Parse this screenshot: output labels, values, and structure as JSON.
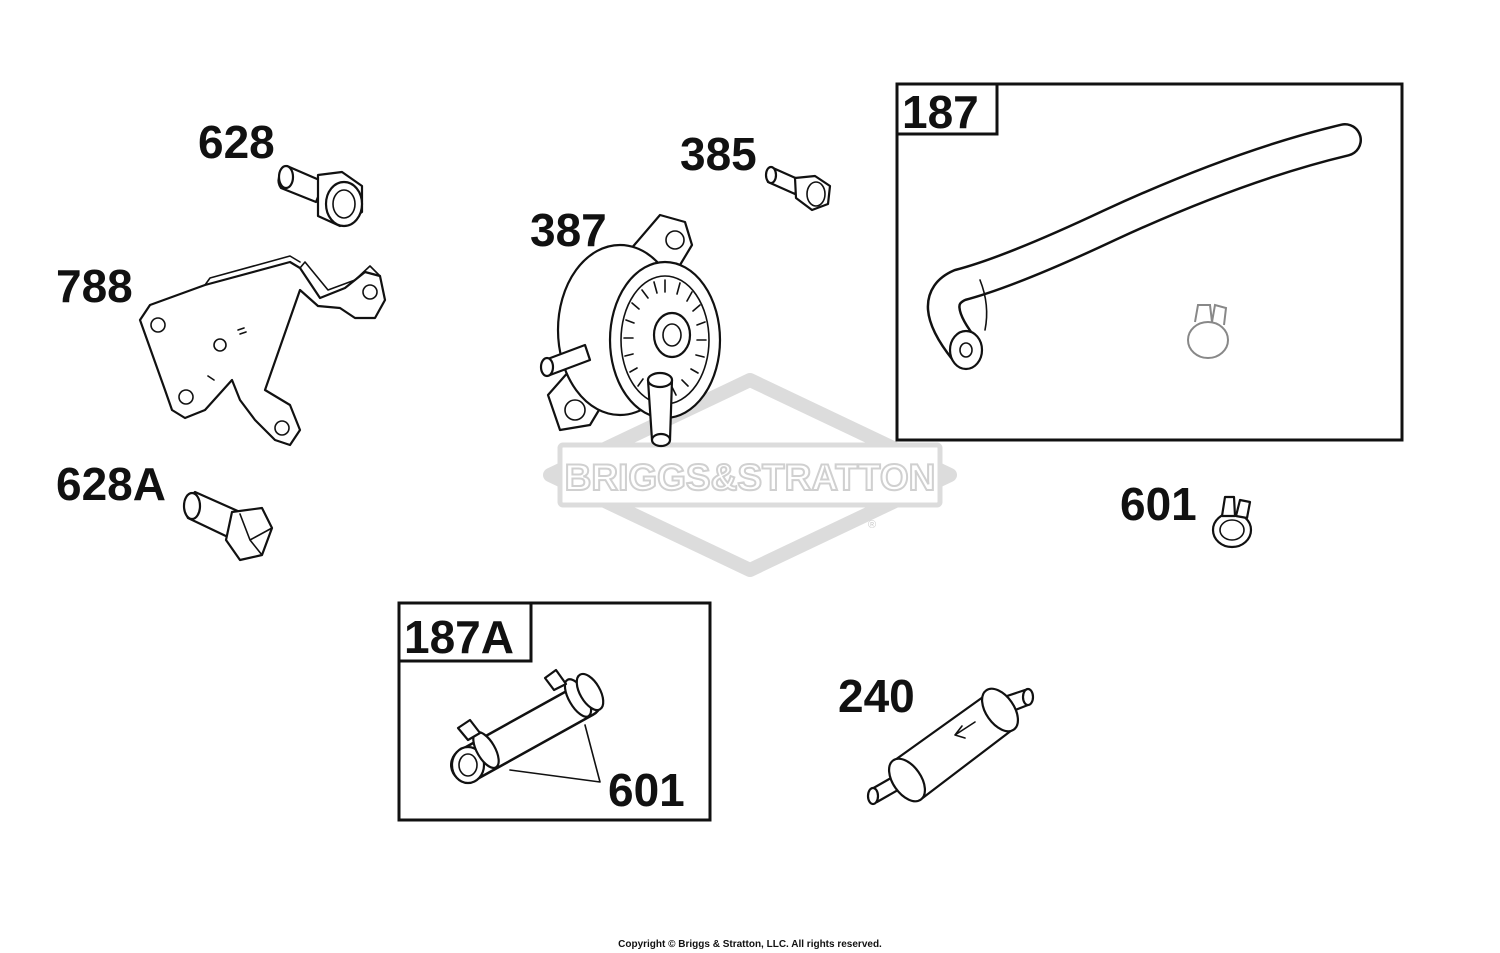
{
  "watermark": {
    "text": "BRIGGS&STRATTON",
    "reg": "®",
    "color": "#d9d9d9"
  },
  "copyright": "Copyright © Briggs & Stratton, LLC. All rights reserved.",
  "parts": {
    "p628": "628",
    "p788": "788",
    "p628a": "628A",
    "p385": "385",
    "p387": "387",
    "p187": "187",
    "p601_main": "601",
    "p187a": "187A",
    "p601_kit": "601",
    "p240": "240"
  },
  "icons": {
    "bolt_628": "flange-bolt-icon",
    "bracket_788": "mounting-bracket-icon",
    "bolt_628a": "hex-bolt-icon",
    "screw_385": "screw-icon",
    "pump_387": "fuel-pump-icon",
    "hose_187": "fuel-hose-icon",
    "clamp_601": "hose-clamp-icon",
    "hose_187a": "fuel-line-kit-icon",
    "filter_240": "fuel-filter-icon"
  }
}
